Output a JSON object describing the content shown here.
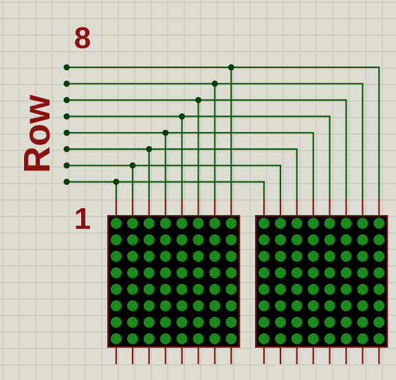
{
  "labels": {
    "top_row_number": "8",
    "bottom_row_number": "1",
    "row_axis_label": "Row"
  },
  "matrices": [
    {
      "rows": 8,
      "cols": 8,
      "lit_color": "#1a8a1a"
    },
    {
      "rows": 8,
      "cols": 8,
      "lit_color": "#1a8a1a"
    }
  ],
  "colors": {
    "background": "#dcdcd2",
    "grid": "#c2c2b8",
    "wire": "#0f5a0f",
    "junction": "#0a3a0a",
    "pin": "#8b1010",
    "matrix_body": "#000000",
    "matrix_border": "#7a1010",
    "label": "#8b1010"
  }
}
